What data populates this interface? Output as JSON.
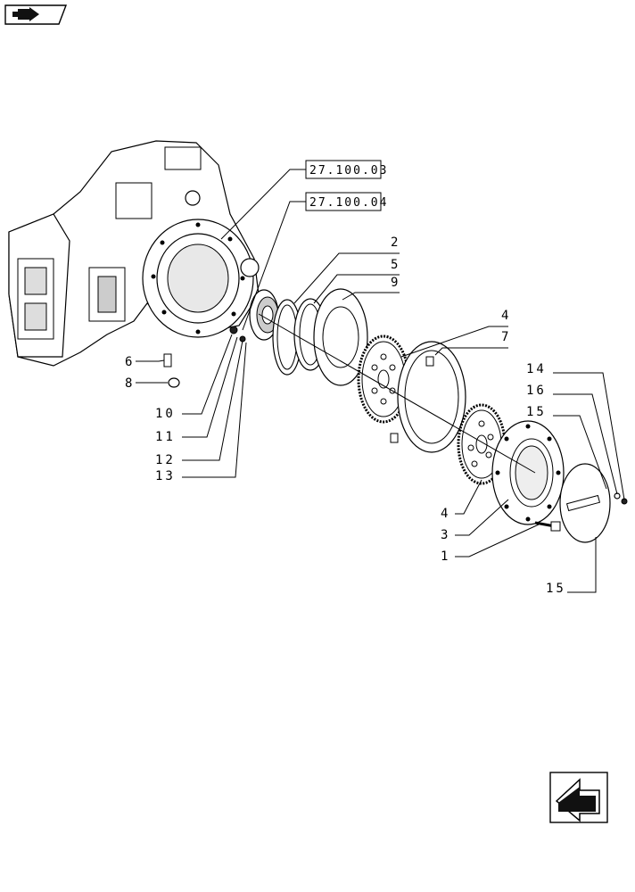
{
  "refs": {
    "ref1": "27.100.03",
    "ref2": "27.100.04"
  },
  "callouts": {
    "c2": "2",
    "c5": "5",
    "c9": "9",
    "c4a": "4",
    "c7": "7",
    "c14": "14",
    "c16": "16",
    "c15a": "15",
    "c6": "6",
    "c8": "8",
    "c10": "10",
    "c11": "11",
    "c12": "12",
    "c13": "13",
    "c4b": "4",
    "c3": "3",
    "c1": "1",
    "c15b": "15"
  },
  "icons": {
    "top_nav": "forward-arrow-icon",
    "bottom_nav": "back-arrow-icon"
  }
}
